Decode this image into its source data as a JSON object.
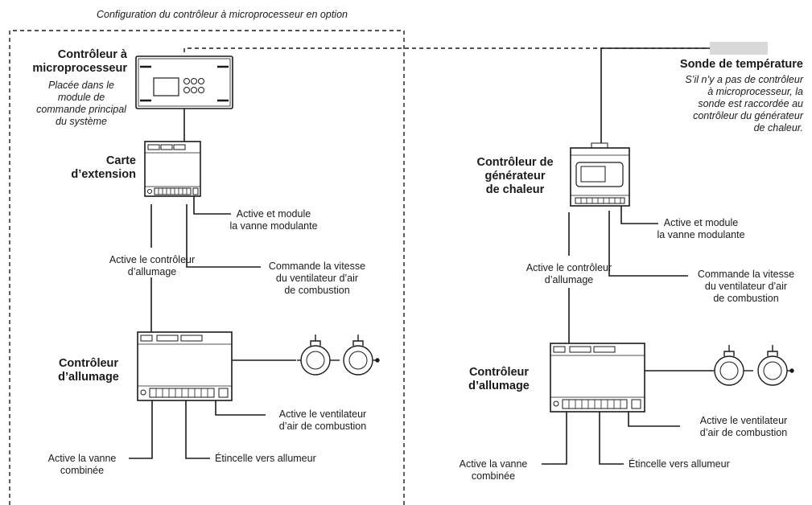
{
  "caption": "Configuration du contrôleur à microprocesseur en option",
  "left": {
    "micro_title_1": "Contrôleur à",
    "micro_title_2": "microprocesseur",
    "micro_note": [
      "Placée dans le",
      "module de",
      "commande principal",
      "du système"
    ],
    "ext_title_1": "Carte",
    "ext_title_2": "d’extension",
    "valve_mod_1": "Active et module",
    "valve_mod_2": "la vanne modulante",
    "ignition_ctrl_1": "Active le contrôleur",
    "ignition_ctrl_2": "d’allumage",
    "fan_speed": [
      "Commande la vitesse",
      "du ventilateur d’air",
      "de combustion"
    ],
    "ign_title_1": "Contrôleur",
    "ign_title_2": "d’allumage",
    "fan_on_1": "Active le ventilateur",
    "fan_on_2": "d’air de combustion",
    "combo_valve_1": "Active la vanne",
    "combo_valve_2": "combinée",
    "spark": "Étincelle vers allumeur"
  },
  "right": {
    "sensor_title": "Sonde de température",
    "sensor_note": [
      "S’il n’y a pas de contrôleur",
      "à microprocesseur, la",
      "sonde est raccordée au",
      "contrôleur du générateur",
      "de chaleur."
    ],
    "heater_title": [
      "Contrôleur de",
      "générateur",
      "de chaleur"
    ],
    "valve_mod_1": "Active et module",
    "valve_mod_2": "la vanne modulante",
    "ignition_ctrl_1": "Active le contrôleur",
    "ignition_ctrl_2": "d’allumage",
    "fan_speed": [
      "Commande la vitesse",
      "du ventilateur d’air",
      "de combustion"
    ],
    "ign_title_1": "Contrôleur",
    "ign_title_2": "d’allumage",
    "fan_on_1": "Active le ventilateur",
    "fan_on_2": "d’air de combustion",
    "combo_valve_1": "Active la vanne",
    "combo_valve_2": "combinée",
    "spark": "Étincelle vers allumeur"
  },
  "colors": {
    "line": "#1a1a1a",
    "sensor": "#d9d9d9",
    "module_fill": "#ffffff"
  }
}
